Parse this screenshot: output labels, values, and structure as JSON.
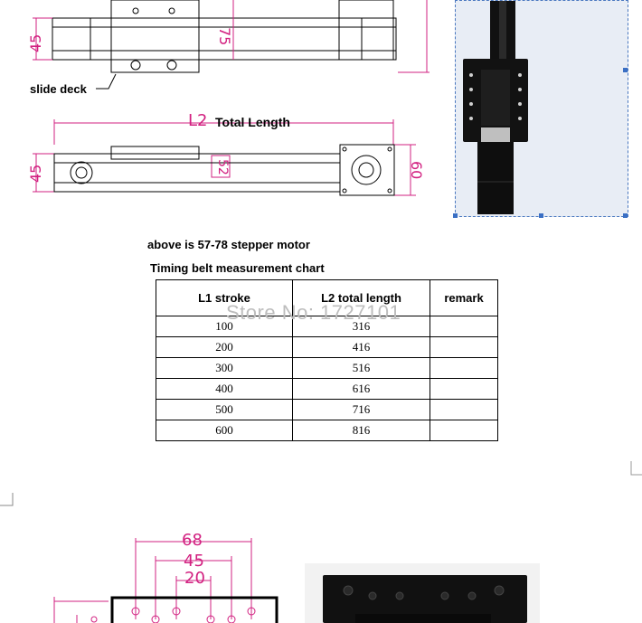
{
  "labels": {
    "slide_deck": "slide deck",
    "total_length_prefix": "L2",
    "total_length": "Total Length",
    "caption_motor": "above is 57-78 stepper motor",
    "caption_chart": "Timing belt measurement chart"
  },
  "dimensions": {
    "top_left": "45",
    "top_mid": "75",
    "side_left": "45",
    "side_mid": "52",
    "side_right": "60",
    "bottom_68": "68",
    "bottom_45": "45",
    "bottom_20": "20"
  },
  "watermark": "Store No: 1727101",
  "table": {
    "headers": [
      "L1 stroke",
      "L2  total length",
      "remark"
    ],
    "rows": [
      [
        "100",
        "316",
        ""
      ],
      [
        "200",
        "416",
        ""
      ],
      [
        "300",
        "516",
        ""
      ],
      [
        "400",
        "616",
        ""
      ],
      [
        "500",
        "716",
        ""
      ],
      [
        "600",
        "816",
        ""
      ]
    ]
  }
}
